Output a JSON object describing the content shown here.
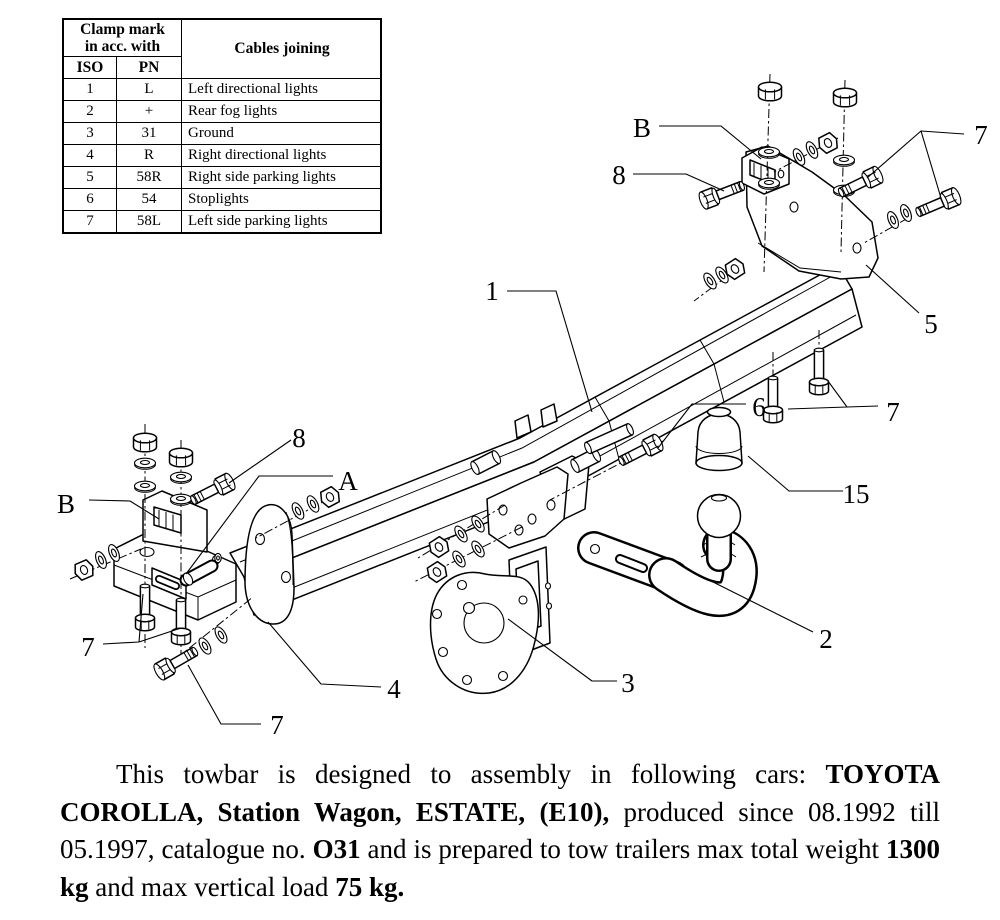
{
  "table": {
    "header": {
      "line1": "Clamp mark",
      "line2": "in acc. with",
      "iso": "ISO",
      "pn": "PN",
      "cables": "Cables joining"
    },
    "rows": [
      {
        "iso": "1",
        "pn": "L",
        "cable": "Left directional lights"
      },
      {
        "iso": "2",
        "pn": "+",
        "cable": "Rear fog lights"
      },
      {
        "iso": "3",
        "pn": "31",
        "cable": "Ground"
      },
      {
        "iso": "4",
        "pn": "R",
        "cable": "Right directional lights"
      },
      {
        "iso": "5",
        "pn": "58R",
        "cable": "Right side parking lights"
      },
      {
        "iso": "6",
        "pn": "54",
        "cable": "Stoplights"
      },
      {
        "iso": "7",
        "pn": "58L",
        "cable": "Left side parking lights"
      }
    ]
  },
  "diagram": {
    "labels": [
      "1",
      "B",
      "8",
      "7",
      "5",
      "6",
      "7",
      "15",
      "8",
      "A",
      "B",
      "7",
      "4",
      "3",
      "7",
      "2"
    ],
    "line_color": "#000000",
    "background": "#ffffff"
  },
  "paragraph": {
    "p1": "This towbar is designed to assembly in following cars: ",
    "p2": "TOYOTA COROLLA, Station Wagon, ESTATE, (E10),",
    "p3": " produced since 08.1992 till 05.1997, catalogue no. ",
    "p4": "O31",
    "p5": " and is prepared to tow trailers max total weight ",
    "p6": "1300 kg",
    "p7": "  and max vertical load ",
    "p8": "75 kg."
  }
}
